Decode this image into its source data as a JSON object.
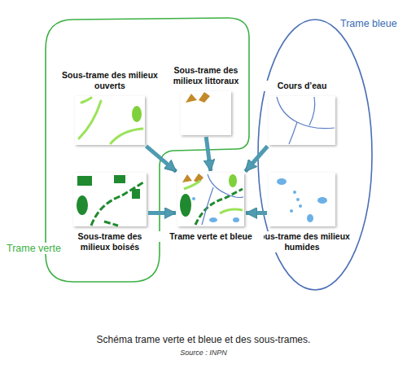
{
  "diagram": {
    "caption": "Schéma trame verte et bleue et des sous-trames.",
    "nodes": [
      {
        "text": [
          "Trame verte"
        ]
      },
      {
        "text": [
          "Sous-trame des milieux ouverts"
        ],
        "in": 0
      },
      {
        "text": [
          "Sous-trame des milieux littoraux"
        ],
        "in": 0
      },
      {
        "text": [
          "Sous-trame des milieux boisés"
        ],
        "in": 0
      },
      {
        "text": [
          "Trame bleue"
        ]
      },
      {
        "text": [
          "Cours d’eau"
        ],
        "in": 4
      },
      {
        "text": [
          "Sous-trame des milieux humides"
        ],
        "in": 4
      },
      {
        "text": [
          "Trame verte et bleue"
        ]
      }
    ],
    "edges": [
      {
        "from": 1,
        "to": 7,
        "arrow": "to"
      },
      {
        "from": 2,
        "to": 7,
        "arrow": "to"
      },
      {
        "from": 3,
        "to": 7,
        "arrow": "to"
      },
      {
        "from": 5,
        "to": 7,
        "arrow": "to"
      },
      {
        "from": 6,
        "to": 7,
        "arrow": "to"
      }
    ],
    "labels": [
      "Source : INPN"
    ]
  }
}
